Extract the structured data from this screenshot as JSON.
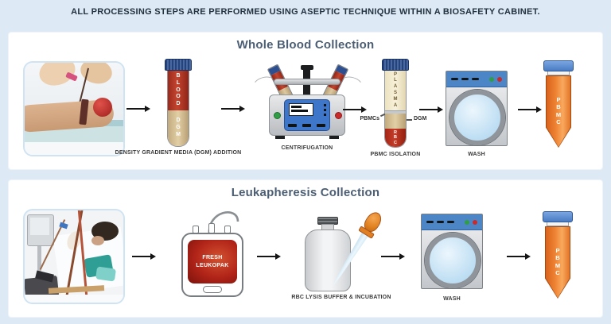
{
  "banner": "ALL PROCESSING STEPS ARE PERFORMED USING ASEPTIC TECHNIQUE WITHIN A BIOSAFETY CABINET.",
  "colors": {
    "page_background": "#dde9f4",
    "panel_background": "#ffffff",
    "banner_text": "#233241",
    "panel_title_text": "#4b5e74",
    "caption_text": "#3a3a3a",
    "washer_blue": "#4d86c6",
    "cap_blue": "#2e4f8f",
    "blood_red": "#b43122",
    "dgm_tan": "#d7c49a",
    "plasma_cream": "#f3ecd2",
    "pbmc_orange": "#ec7b2e",
    "green_button": "#2f9e44",
    "red_button": "#c92a2a"
  },
  "icons": {
    "flow-arrow": "black right arrow",
    "rotation-arc": "gray curved spin line"
  },
  "panel1": {
    "title": "Whole Blood Collection",
    "dgm_tube": {
      "caption": "DENSITY GRADIENT MEDIA (DGM) ADDITION",
      "blood_label": "B\nL\nO\nO\nD",
      "dgm_label": "D\nG\nM"
    },
    "centrifuge": {
      "caption": "CENTRIFUGATION"
    },
    "pbmc_tube": {
      "caption": "PBMC ISOLATION",
      "plasma_label": "P\nL\nA\nS\nM\nA",
      "rbc_label": "R\nB\nC",
      "pbmcs_label": "PBMCs",
      "dgm_label": "DGM"
    },
    "washer": {
      "caption": "WASH"
    },
    "output_tube": {
      "label": "P\nB\nM\nC"
    }
  },
  "panel2": {
    "title": "Leukapheresis Collection",
    "leukopak": {
      "label": "FRESH\nLEUKOPAK"
    },
    "lysis": {
      "caption": "RBC LYSIS BUFFER & INCUBATION"
    },
    "washer": {
      "caption": "WASH"
    },
    "output_tube": {
      "label": "P\nB\nM\nC"
    }
  }
}
